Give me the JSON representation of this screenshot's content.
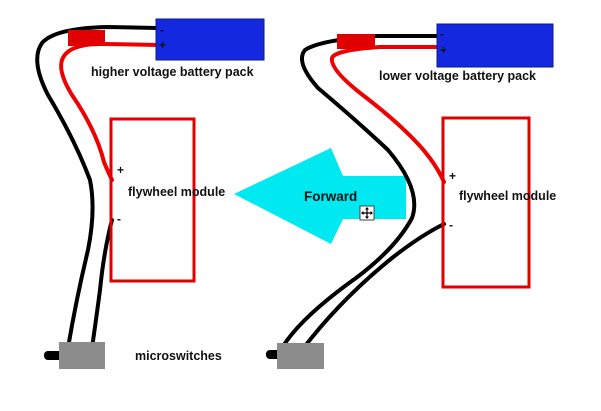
{
  "left": {
    "battery_label": "higher voltage battery pack",
    "module_label": "flywheel module",
    "switch_label": "microswitches",
    "battery_minus": "-",
    "battery_plus": "+",
    "module_plus": "+",
    "module_minus": "-"
  },
  "right": {
    "battery_label": "lower voltage battery pack",
    "module_label": "flywheel module",
    "battery_minus": "-",
    "battery_plus": "+",
    "module_plus": "+",
    "module_minus": "-"
  },
  "arrow": {
    "label": "Forward"
  },
  "colors": {
    "battery": "#1428e0",
    "connector": "#e00000",
    "wire_red": "#ee0000",
    "wire_black": "#000000",
    "module_outline": "#e00000",
    "arrow": "#00e8f0",
    "switch": "#8c8c8c"
  },
  "icons": {
    "cursor": "move-cursor-icon"
  }
}
